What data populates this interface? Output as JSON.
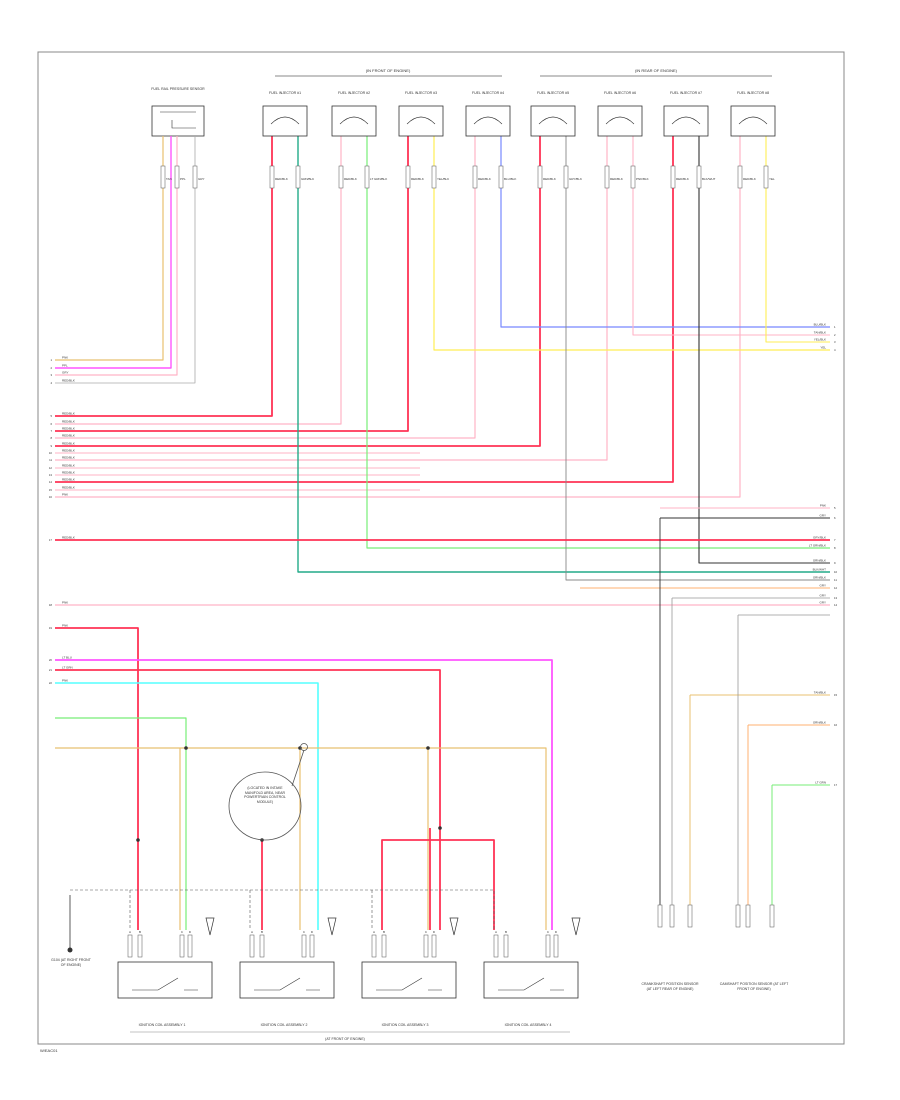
{
  "header": {
    "left_bank": "(IN FRONT OF ENGINE)",
    "right_bank": "(IN REAR OF ENGINE)"
  },
  "injectors": [
    {
      "label": "FUEL INJECTOR #1",
      "wires": [
        "RED/BLK",
        "GRN/BLK"
      ]
    },
    {
      "label": "FUEL INJECTOR #2",
      "wires": [
        "RED/BLK",
        "LT GRN/BLK"
      ]
    },
    {
      "label": "FUEL INJECTOR #3",
      "wires": [
        "RED/BLK",
        "YEL/BLK"
      ]
    },
    {
      "label": "FUEL INJECTOR #4",
      "wires": [
        "RED/BLK",
        "BLU/BLK"
      ]
    },
    {
      "label": "FUEL INJECTOR #5",
      "wires": [
        "RED/BLK",
        "GRY/BLK"
      ]
    },
    {
      "label": "FUEL INJECTOR #6",
      "wires": [
        "RED/BLK",
        "PNK/BLK"
      ]
    },
    {
      "label": "FUEL INJECTOR #7",
      "wires": [
        "RED/BLK",
        "BLK/WHT"
      ]
    },
    {
      "label": "FUEL INJECTOR #8",
      "wires": [
        "RED/BLK",
        "YEL"
      ]
    }
  ],
  "fuel_rail_sensor": {
    "label": "FUEL RAIL PRESSURE SENSOR",
    "wires": [
      "TAN",
      "PPL",
      "GRY"
    ]
  },
  "left_labels": [
    "PNK",
    "PPL",
    "GRY",
    "RED/BLK",
    "RED/BLK",
    "RED/BLK",
    "RED/BLK",
    "RED/BLK",
    "RED/BLK",
    "RED/BLK",
    "RED/BLK",
    "RED/BLK",
    "RED/BLK",
    "RED/BLK",
    "RED/BLK",
    "PNK",
    "RED/BLK",
    "PNK",
    "PNK",
    "LT BLU",
    "LT GRN",
    "PNK"
  ],
  "right_labels": [
    "BLU/BLK",
    "TAN/BLK",
    "YEL/BLK",
    "YEL",
    "PNK",
    "GRY",
    "GRY/BLK",
    "LT GRN/BLK",
    "GRN/BLK",
    "BLK/WHT",
    "ORN/BLK",
    "GRY",
    "GRY",
    "GRY",
    "TAN/BLK",
    "ORN/BLK",
    "LT GRN"
  ],
  "splice_callout": "(LOCATED IN INTAKE MANIFOLD AREA, NEAR POWERTRAIN CONTROL MODULE)",
  "ground_label": "G104 (AT RIGHT FRONT OF ENGINE)",
  "coils": [
    {
      "label": "IGNITION COIL ASSEMBLY 1",
      "pins": [
        "A",
        "B",
        "C",
        "D"
      ]
    },
    {
      "label": "IGNITION COIL ASSEMBLY 2",
      "pins": [
        "A",
        "B",
        "C",
        "D"
      ]
    },
    {
      "label": "IGNITION COIL ASSEMBLY 3",
      "pins": [
        "A",
        "B",
        "C",
        "D"
      ]
    },
    {
      "label": "IGNITION COIL ASSEMBLY 4",
      "pins": [
        "A",
        "B",
        "C",
        "D"
      ]
    }
  ],
  "coil_group_label": "(AT FRONT OF ENGINE)",
  "sensors_right": [
    {
      "label": "CRANKSHAFT POSITION SENSOR (AT LEFT REAR OF ENGINE)"
    },
    {
      "label": "CAMSHAFT POSITION SENSOR (AT LEFT FRONT OF ENGINE)"
    }
  ],
  "footer_code": "W/EAC01",
  "colors": {
    "red": "#ff3355",
    "pink": "#ffb3c6",
    "magenta": "#ff55ff",
    "cyan": "#55ffff",
    "green": "#77ee77",
    "teal": "#22aa88",
    "yellow": "#ffee55",
    "tan": "#e8c070",
    "orange": "#ffb070",
    "blue": "#7788ff",
    "gray": "#999999",
    "black": "#333333"
  }
}
